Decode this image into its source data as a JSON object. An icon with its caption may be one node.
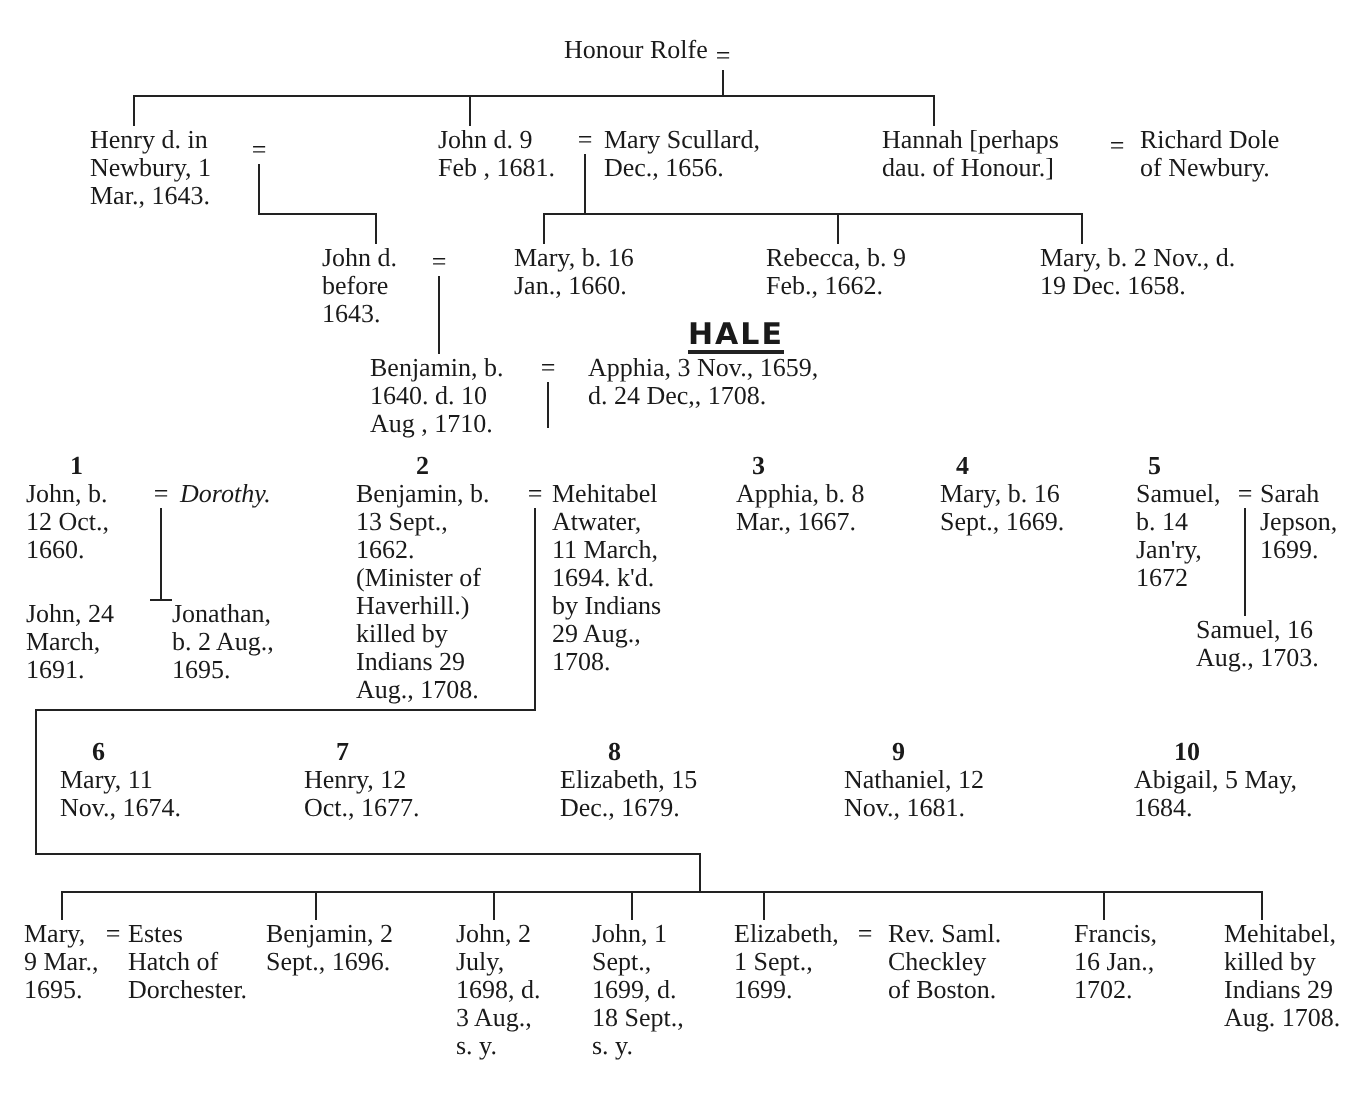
{
  "diagram": {
    "nodes": [
      {
        "text": [
          "Honour Rolfe"
        ]
      },
      {
        "text": [
          "="
        ]
      },
      {
        "text": [
          "Henry d. in Newbury, 1 Mar., 1643."
        ]
      },
      {
        "text": [
          "="
        ]
      },
      {
        "text": [
          "John d. 9 Feb , 1681."
        ]
      },
      {
        "text": [
          "="
        ]
      },
      {
        "text": [
          "Mary Scullard, Dec., 1656."
        ]
      },
      {
        "text": [
          "Hannah [perhaps dau. of Honour.]"
        ]
      },
      {
        "text": [
          "="
        ]
      },
      {
        "text": [
          "Richard Dole of Newbury."
        ]
      },
      {
        "text": [
          "John d. before 1643."
        ]
      },
      {
        "text": [
          "="
        ]
      },
      {
        "text": [
          "Mary, b. 16 Jan., 1660."
        ]
      },
      {
        "text": [
          "Rebecca, b. 9 Feb., 1662."
        ]
      },
      {
        "text": [
          "Mary, b. 2 Nov., d. 19 Dec. 1658."
        ]
      },
      {
        "text": [
          "Benjamin, b. 1640. d. 10 Aug , 1710."
        ]
      },
      {
        "text": [
          "="
        ]
      },
      {
        "text": [
          "Apphia, 3 Nov., 1659, d. 24 Dec,, 1708."
        ],
        "beside": [
          "HALE"
        ]
      },
      {
        "text": [
          "1",
          "John, b. 12 Oct., 1660."
        ]
      },
      {
        "text": [
          "="
        ]
      },
      {
        "text": [
          "Dorothy."
        ]
      },
      {
        "text": [
          "John, 24 March, 1691."
        ]
      },
      {
        "text": [
          "Jonathan, b. 2 Aug., 1695."
        ]
      },
      {
        "text": [
          "2",
          "Benjamin, b. 13 Sept., 1662. (Minister of Haverhill.) killed by Indians 29 Aug., 1708."
        ]
      },
      {
        "text": [
          "="
        ]
      },
      {
        "text": [
          "Mehitabel Atwater, 11 March, 1694. k'd. by Indians 29 Aug., 1708."
        ]
      },
      {
        "text": [
          "3",
          "Apphia, b. 8 Mar., 1667."
        ]
      },
      {
        "text": [
          "4",
          "Mary, b. 16 Sept., 1669."
        ]
      },
      {
        "text": [
          "5",
          "Samuel, b. 14 Jan'ry, 1672"
        ]
      },
      {
        "text": [
          "="
        ]
      },
      {
        "text": [
          "Sarah Jepson, 1699."
        ]
      },
      {
        "text": [
          "Samuel, 16 Aug., 1703."
        ]
      },
      {
        "text": [
          "6",
          "Mary, 11 Nov., 1674."
        ]
      },
      {
        "text": [
          "7",
          "Henry, 12 Oct., 1677."
        ]
      },
      {
        "text": [
          "8",
          "Elizabeth, 15 Dec., 1679."
        ]
      },
      {
        "text": [
          "9",
          "Nathaniel, 12 Nov., 1681."
        ]
      },
      {
        "text": [
          "10",
          "Abigail, 5 May, 1684."
        ]
      },
      {
        "text": [
          "Mary, 9 Mar., 1695."
        ]
      },
      {
        "text": [
          "="
        ]
      },
      {
        "text": [
          "Estes Hatch of Dorchester."
        ]
      },
      {
        "text": [
          "Benjamin, 2 Sept., 1696."
        ]
      },
      {
        "text": [
          "John, 2 July, 1698, d. 3 Aug., s. y."
        ]
      },
      {
        "text": [
          "John, 1 Sept., 1699, d. 18 Sept., s. y."
        ]
      },
      {
        "text": [
          "Elizabeth, 1 Sept., 1699."
        ]
      },
      {
        "text": [
          "="
        ]
      },
      {
        "text": [
          "Rev. Saml. Checkley of Boston."
        ]
      },
      {
        "text": [
          "Francis, 16 Jan., 1702."
        ]
      },
      {
        "text": [
          "Mehitabel, killed by Indians 29 Aug. 1708."
        ]
      }
    ],
    "edges": [
      {
        "from": 1,
        "to": 2,
        "arrow": "none"
      },
      {
        "from": 1,
        "to": 4,
        "arrow": "none"
      },
      {
        "from": 1,
        "to": 7,
        "arrow": "none"
      },
      {
        "from": 3,
        "to": 10,
        "arrow": "none"
      },
      {
        "from": 5,
        "to": 12,
        "arrow": "none"
      },
      {
        "from": 5,
        "to": 13,
        "arrow": "none"
      },
      {
        "from": 5,
        "to": 14,
        "arrow": "none"
      },
      {
        "from": 11,
        "to": 15,
        "arrow": "none"
      },
      {
        "from": 16,
        "to": null,
        "arrow": "none"
      },
      {
        "from": 19,
        "to": 21,
        "arrow": "none"
      },
      {
        "from": 19,
        "to": 22,
        "arrow": "none"
      },
      {
        "from": 24,
        "to": 37,
        "arrow": "none"
      },
      {
        "from": 24,
        "to": 40,
        "arrow": "none"
      },
      {
        "from": 24,
        "to": 41,
        "arrow": "none"
      },
      {
        "from": 24,
        "to": 42,
        "arrow": "none"
      },
      {
        "from": 24,
        "to": 43,
        "arrow": "none"
      },
      {
        "from": 24,
        "to": 46,
        "arrow": "none"
      },
      {
        "from": 24,
        "to": 47,
        "arrow": "none"
      },
      {
        "from": 29,
        "to": 31,
        "arrow": "none"
      }
    ]
  }
}
